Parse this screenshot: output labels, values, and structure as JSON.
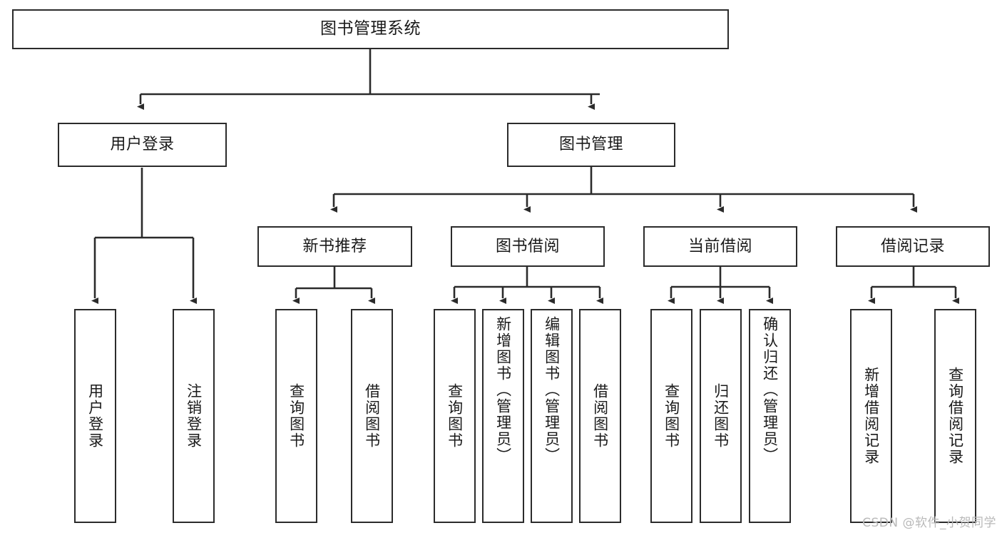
{
  "diagram": {
    "type": "tree",
    "title": "图书管理系统",
    "orientation": "top-down",
    "edge_color": "#2b2b2b",
    "node_border_color": "#2b2b2b",
    "node_fill_color": "#ffffff",
    "text_color": "#1a1a1a"
  },
  "nodes": {
    "root": {
      "label": "图书管理系统",
      "level": 0
    },
    "level1": [
      {
        "label": "用户登录",
        "level": 1
      },
      {
        "label": "图书管理",
        "level": 1
      }
    ],
    "level2": [
      {
        "label": "新书推荐",
        "level": 2,
        "parent": "图书管理"
      },
      {
        "label": "图书借阅",
        "level": 2,
        "parent": "图书管理"
      },
      {
        "label": "当前借阅",
        "level": 2,
        "parent": "图书管理"
      },
      {
        "label": "借阅记录",
        "level": 2,
        "parent": "图书管理"
      }
    ],
    "leaves": [
      {
        "label": "用户登录",
        "parent": "用户登录"
      },
      {
        "label": "注销登录",
        "parent": "用户登录"
      },
      {
        "label": "查询图书",
        "parent": "新书推荐"
      },
      {
        "label": "借阅图书",
        "parent": "新书推荐"
      },
      {
        "label": "查询图书",
        "parent": "图书借阅"
      },
      {
        "label": "新增图书（管理员）",
        "parent": "图书借阅"
      },
      {
        "label": "编辑图书（管理员）",
        "parent": "图书借阅"
      },
      {
        "label": "借阅图书",
        "parent": "图书借阅"
      },
      {
        "label": "查询图书",
        "parent": "当前借阅"
      },
      {
        "label": "归还图书",
        "parent": "当前借阅"
      },
      {
        "label": "确认归还（管理员）",
        "parent": "当前借阅"
      },
      {
        "label": "新增借阅记录",
        "parent": "借阅记录"
      },
      {
        "label": "查询借阅记录",
        "parent": "借阅记录"
      }
    ]
  },
  "watermark": {
    "text": "CSDN @软件_小贺同学"
  }
}
